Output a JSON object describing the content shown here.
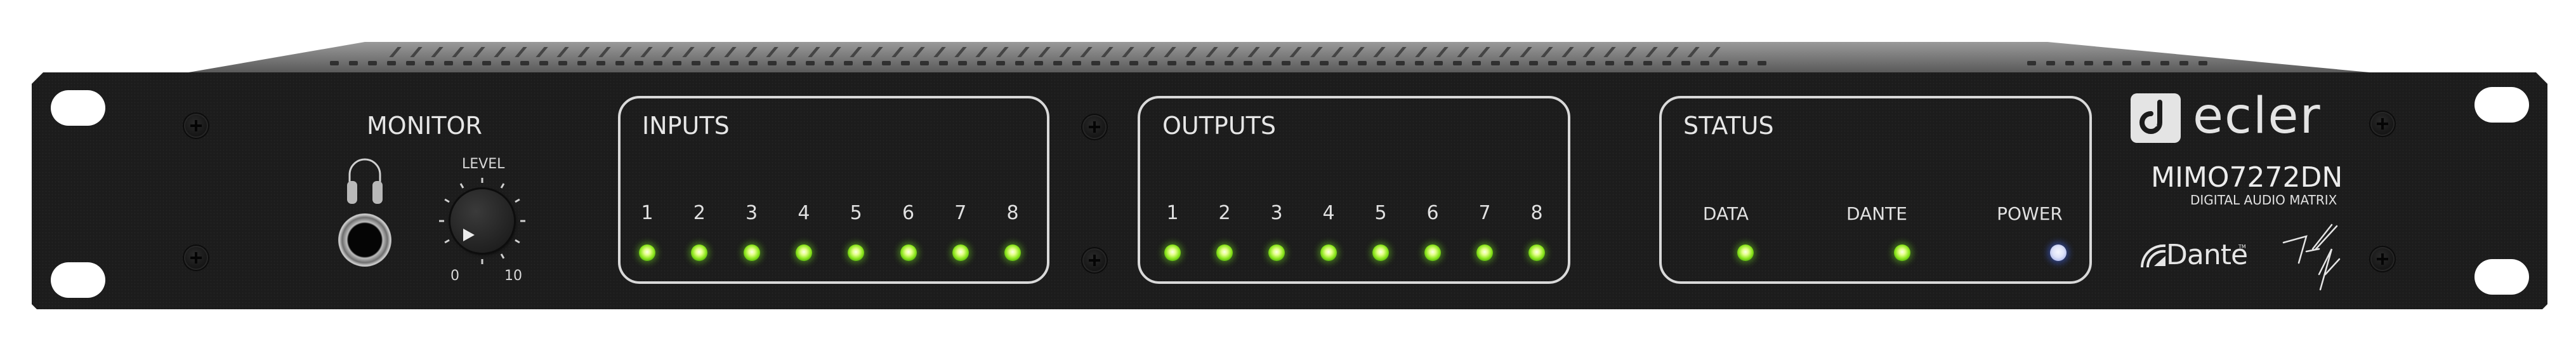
{
  "device": {
    "brand": "ecler",
    "model": "MIMO7272DN",
    "subtitle": "DIGITAL AUDIO MATRIX",
    "dante_logo": "Dante",
    "dante_tm": "TM",
    "panel_color": "#1c1c1c",
    "print_color": "#e6e6e6"
  },
  "monitor": {
    "title": "MONITOR",
    "headphone_icon": "headphones-icon",
    "level_label": "LEVEL",
    "scale_min": "0",
    "scale_max": "10",
    "level_position": 0
  },
  "inputs": {
    "title": "INPUTS",
    "channels": [
      {
        "label": "1",
        "state": "on",
        "color": "#8ee61e"
      },
      {
        "label": "2",
        "state": "on",
        "color": "#8ee61e"
      },
      {
        "label": "3",
        "state": "on",
        "color": "#8ee61e"
      },
      {
        "label": "4",
        "state": "on",
        "color": "#8ee61e"
      },
      {
        "label": "5",
        "state": "on",
        "color": "#8ee61e"
      },
      {
        "label": "6",
        "state": "on",
        "color": "#8ee61e"
      },
      {
        "label": "7",
        "state": "on",
        "color": "#8ee61e"
      },
      {
        "label": "8",
        "state": "on",
        "color": "#8ee61e"
      }
    ]
  },
  "outputs": {
    "title": "OUTPUTS",
    "channels": [
      {
        "label": "1",
        "state": "on",
        "color": "#8ee61e"
      },
      {
        "label": "2",
        "state": "on",
        "color": "#8ee61e"
      },
      {
        "label": "3",
        "state": "on",
        "color": "#8ee61e"
      },
      {
        "label": "4",
        "state": "on",
        "color": "#8ee61e"
      },
      {
        "label": "5",
        "state": "on",
        "color": "#8ee61e"
      },
      {
        "label": "6",
        "state": "on",
        "color": "#8ee61e"
      },
      {
        "label": "7",
        "state": "on",
        "color": "#8ee61e"
      },
      {
        "label": "8",
        "state": "on",
        "color": "#8ee61e"
      }
    ]
  },
  "status": {
    "title": "STATUS",
    "indicators": [
      {
        "label": "DATA",
        "state": "on",
        "color": "#8ee61e"
      },
      {
        "label": "DANTE",
        "state": "on",
        "color": "#8ee61e"
      },
      {
        "label": "POWER",
        "state": "on",
        "color": "#c8d0f4"
      }
    ]
  }
}
